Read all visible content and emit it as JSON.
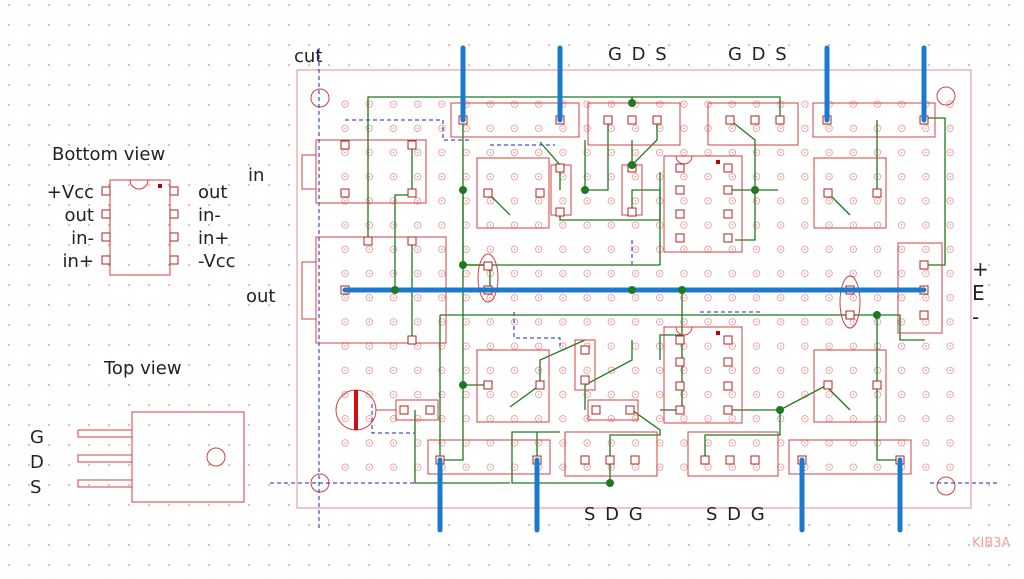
{
  "colors": {
    "background": "#ffffff",
    "grid_dot": "#e08080",
    "outline": "#d04040",
    "trace": "#1e7a1e",
    "jumper": "#1a7ad0",
    "cut_line": "#2020c0",
    "text": "#222222",
    "watermark": "#f0a0a0",
    "junction": "#1e7a1e",
    "capacitor_plate": "#d01010"
  },
  "labels": {
    "cut": "cut",
    "bottom_view": "Bottom view",
    "top_view": "Top view",
    "in": "in",
    "out": "out",
    "gds_left": "G D S",
    "gds_right": "G D S",
    "sdg_left": "S D G",
    "sdg_right": "S D G",
    "plus": "+",
    "e": "E",
    "minus": "-",
    "watermark": "KIB3A"
  },
  "opamp_pins": {
    "left": [
      "+Vcc",
      "out",
      "in-",
      "in+"
    ],
    "right": [
      "out",
      "in-",
      "in+",
      "-Vcc"
    ]
  },
  "transistor_pins": [
    "G",
    "D",
    "S"
  ]
}
